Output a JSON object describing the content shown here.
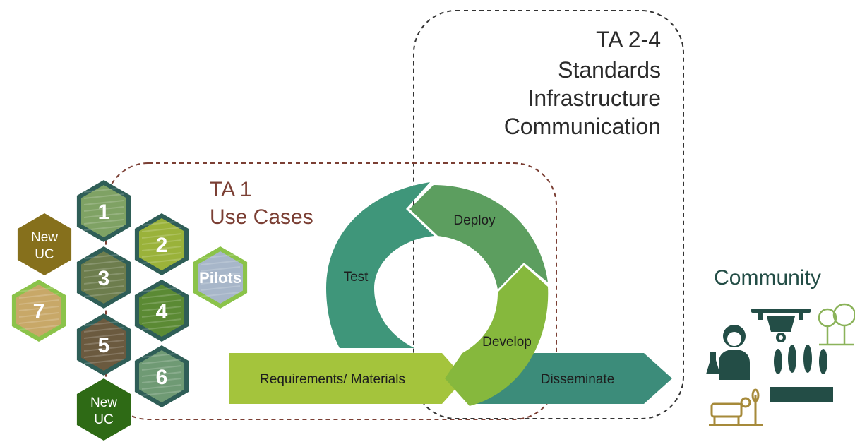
{
  "ta24": {
    "lines": [
      "TA 2-4",
      "Standards",
      "Infrastructure",
      "Communication"
    ],
    "color": "#2b2b2b"
  },
  "ta1": {
    "lines": [
      "TA 1",
      "Use Cases"
    ],
    "color": "#7b3f34"
  },
  "hexes": [
    {
      "label": "1",
      "fill": "#7fa264"
    },
    {
      "label": "2",
      "fill": "#9ab23a"
    },
    {
      "label": "3",
      "fill": "#6d7d4d"
    },
    {
      "label": "4",
      "fill": "#5b8a34"
    },
    {
      "label": "5",
      "fill": "#6b5a3f"
    },
    {
      "label": "6",
      "fill": "#6f9a74"
    },
    {
      "label": "7",
      "fill": "#c8a868"
    },
    {
      "label": "Pilots",
      "fill": "#a7b6c9"
    }
  ],
  "new_uc_top": {
    "line1": "New",
    "line2": "UC",
    "fill": "#86701c"
  },
  "new_uc_bottom": {
    "line1": "New",
    "line2": "UC",
    "fill": "#2e6a15"
  },
  "cycle": {
    "test": "Test",
    "deploy": "Deploy",
    "develop": "Develop"
  },
  "arrows": {
    "requirements": "Requirements/ Materials",
    "disseminate": "Disseminate"
  },
  "community": {
    "label": "Community",
    "color": "#234d46"
  },
  "colors": {
    "dark_teal": "#2f5e57",
    "teal": "#3c8c7a",
    "test_green": "#3f967a",
    "deploy_green": "#5c9e5f",
    "develop_green": "#86b83d",
    "requirements_green": "#a4c43c",
    "gold": "#a68a3a"
  }
}
